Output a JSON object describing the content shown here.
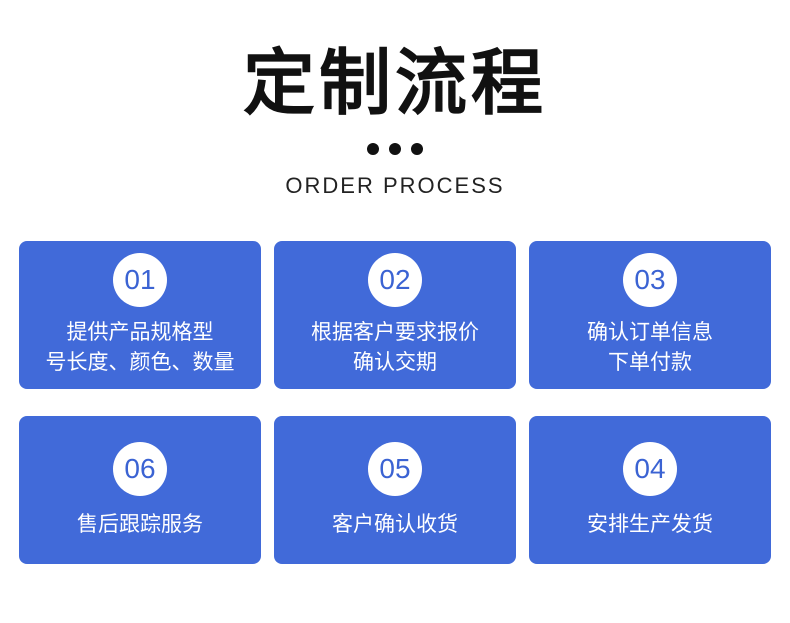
{
  "header": {
    "title": "定制流程",
    "subtitle": "ORDER PROCESS"
  },
  "colors": {
    "card": "#416ad9",
    "badge_text": "#3b63d3",
    "title": "#111111"
  },
  "steps": [
    {
      "number": "01",
      "line1": "提供产品规格型",
      "line2": "号长度、颜色、数量"
    },
    {
      "number": "02",
      "line1": "根据客户要求报价",
      "line2": "确认交期"
    },
    {
      "number": "03",
      "line1": "确认订单信息",
      "line2": "下单付款"
    },
    {
      "number": "06",
      "line1": "售后跟踪服务"
    },
    {
      "number": "05",
      "line1": "客户确认收货"
    },
    {
      "number": "04",
      "line1": "安排生产发货"
    }
  ]
}
